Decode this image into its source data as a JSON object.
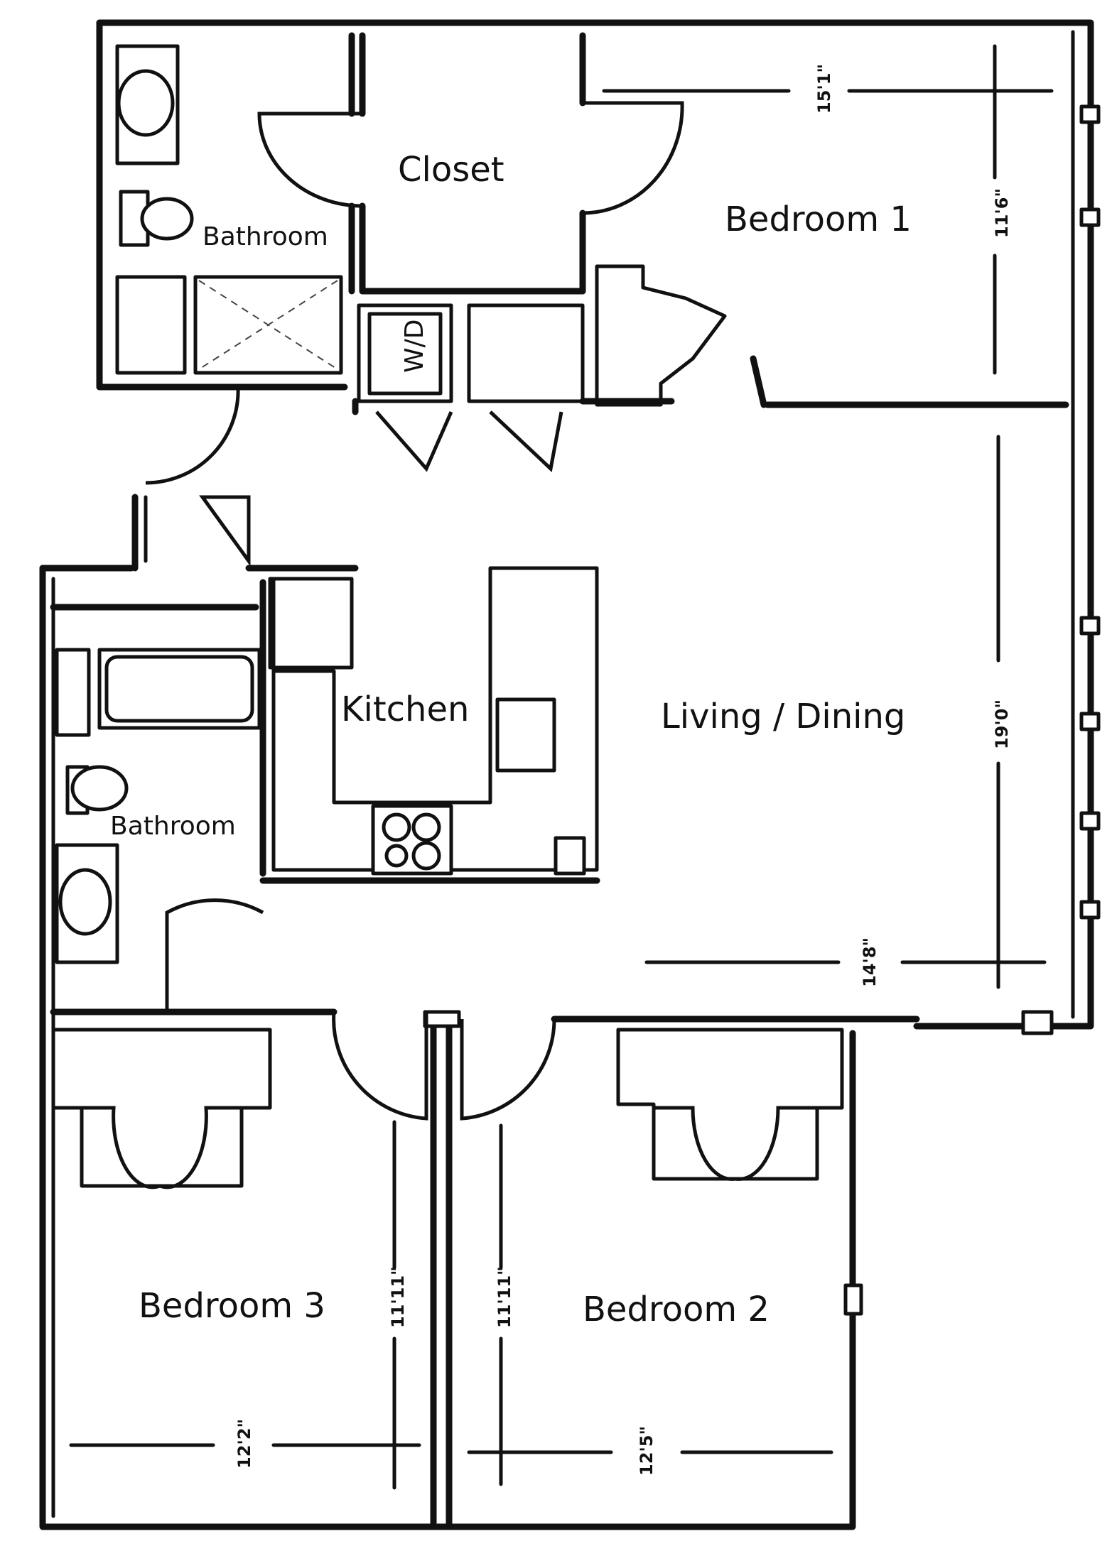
{
  "rooms": {
    "closet": "Closet",
    "bedroom1": "Bedroom 1",
    "bathroom_top": "Bathroom",
    "washer_dryer": "W/D",
    "kitchen": "Kitchen",
    "living_dining": "Living / Dining",
    "bathroom_left": "Bathroom",
    "bedroom3": "Bedroom 3",
    "bedroom2": "Bedroom 2"
  },
  "dimensions": {
    "bedroom1_width": "15'1\"",
    "bedroom1_depth": "11'6\"",
    "living_depth": "19'0\"",
    "living_width": "14'8\"",
    "bedroom3_depth": "11'11\"",
    "bedroom3_width": "12'2\"",
    "bedroom2_depth": "11'11\"",
    "bedroom2_width": "12'5\""
  }
}
